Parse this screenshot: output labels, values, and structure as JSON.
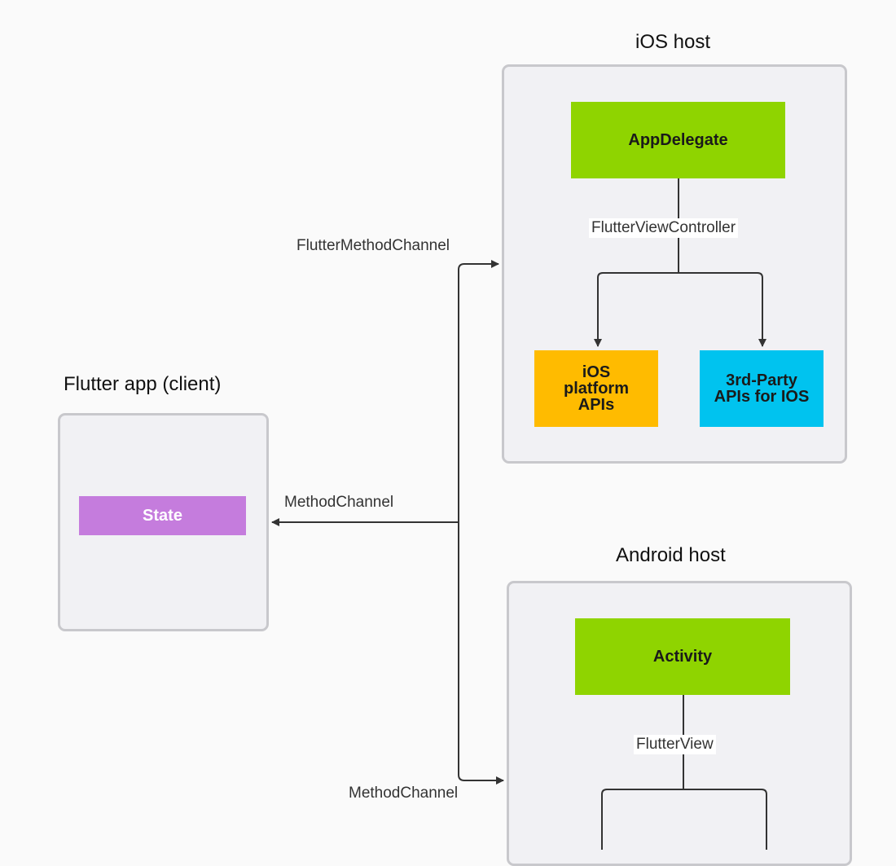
{
  "groups": {
    "ios_host": "iOS host",
    "flutter_app": "Flutter app (client)",
    "android_host": "Android host"
  },
  "nodes": {
    "app_delegate": "AppDelegate",
    "ios_platform_apis": "iOS\nplatform\nAPIs",
    "third_party_ios": "3rd-Party\nAPIs for IOS",
    "state": "State",
    "activity": "Activity"
  },
  "edge_labels": {
    "flutter_view_controller": "FlutterViewController",
    "flutter_method_channel": "FlutterMethodChannel",
    "method_channel_app": "MethodChannel",
    "flutter_view": "FlutterView",
    "method_channel_android": "MethodChannel"
  },
  "colors": {
    "container_fill": "#f1f1f4",
    "container_border": "#c8c8cc",
    "host_node": "#8fd400",
    "platform_api": "#ffbb00",
    "third_party": "#00c3ef",
    "state": "#c57cdd",
    "connector": "#333333"
  }
}
